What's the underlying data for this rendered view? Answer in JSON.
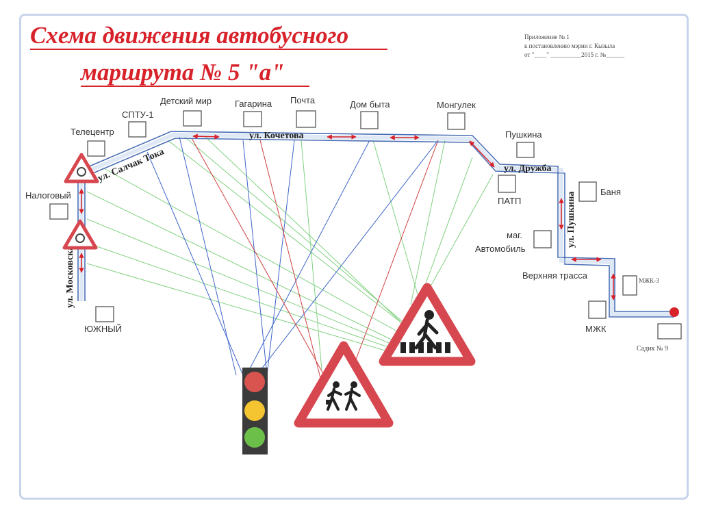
{
  "title": {
    "line1": "Схема движения автобусного",
    "line2": "маршрута № 5 \"а\""
  },
  "annex": {
    "line1": "Приложение № 1",
    "line2": "к постановлению мэрии г. Кызыла",
    "line3": "от \"____\" __________2015 г. №______"
  },
  "streets": {
    "salchak": "ул. Салчак Тока",
    "kochetova": "ул. Кочетова",
    "druzhba": "ул. Дружба",
    "pushkina": "ул. Пушкина",
    "moskovskaya": "ул. Московская"
  },
  "stops": {
    "nalogovy": "Налоговый",
    "telecenter": "Телецентр",
    "sptu": "СПТУ-1",
    "detsky_mir": "Детский мир",
    "gagarina": "Гагарина",
    "pochta": "Почта",
    "dom_byta": "Дом быта",
    "mongulek": "Монгулек",
    "pushkina": "Пушкина",
    "patp": "ПАТП",
    "banya": "Баня",
    "avtomobil_1": "маг.",
    "avtomobil_2": "Автомобиль",
    "verkhnyaya": "Верхняя трасса",
    "mzhk3": "МЖК-3",
    "mzhk": "МЖК",
    "sadik": "Садик № 9",
    "yuzhny": "ЮЖНЫЙ"
  },
  "signs": [
    {
      "name": "traffic-light-icon"
    },
    {
      "name": "children-crossing-sign-icon"
    },
    {
      "name": "pedestrian-crossing-sign-icon"
    },
    {
      "name": "roundabout-sign-icon"
    }
  ],
  "colors": {
    "title": "#d8222a",
    "route": "#4a6fb5",
    "arrows": "#d8222a",
    "sign_border": "#d7474f",
    "line_green": "#7fd17f",
    "line_blue": "#3c64c8",
    "line_red": "#d04040"
  }
}
